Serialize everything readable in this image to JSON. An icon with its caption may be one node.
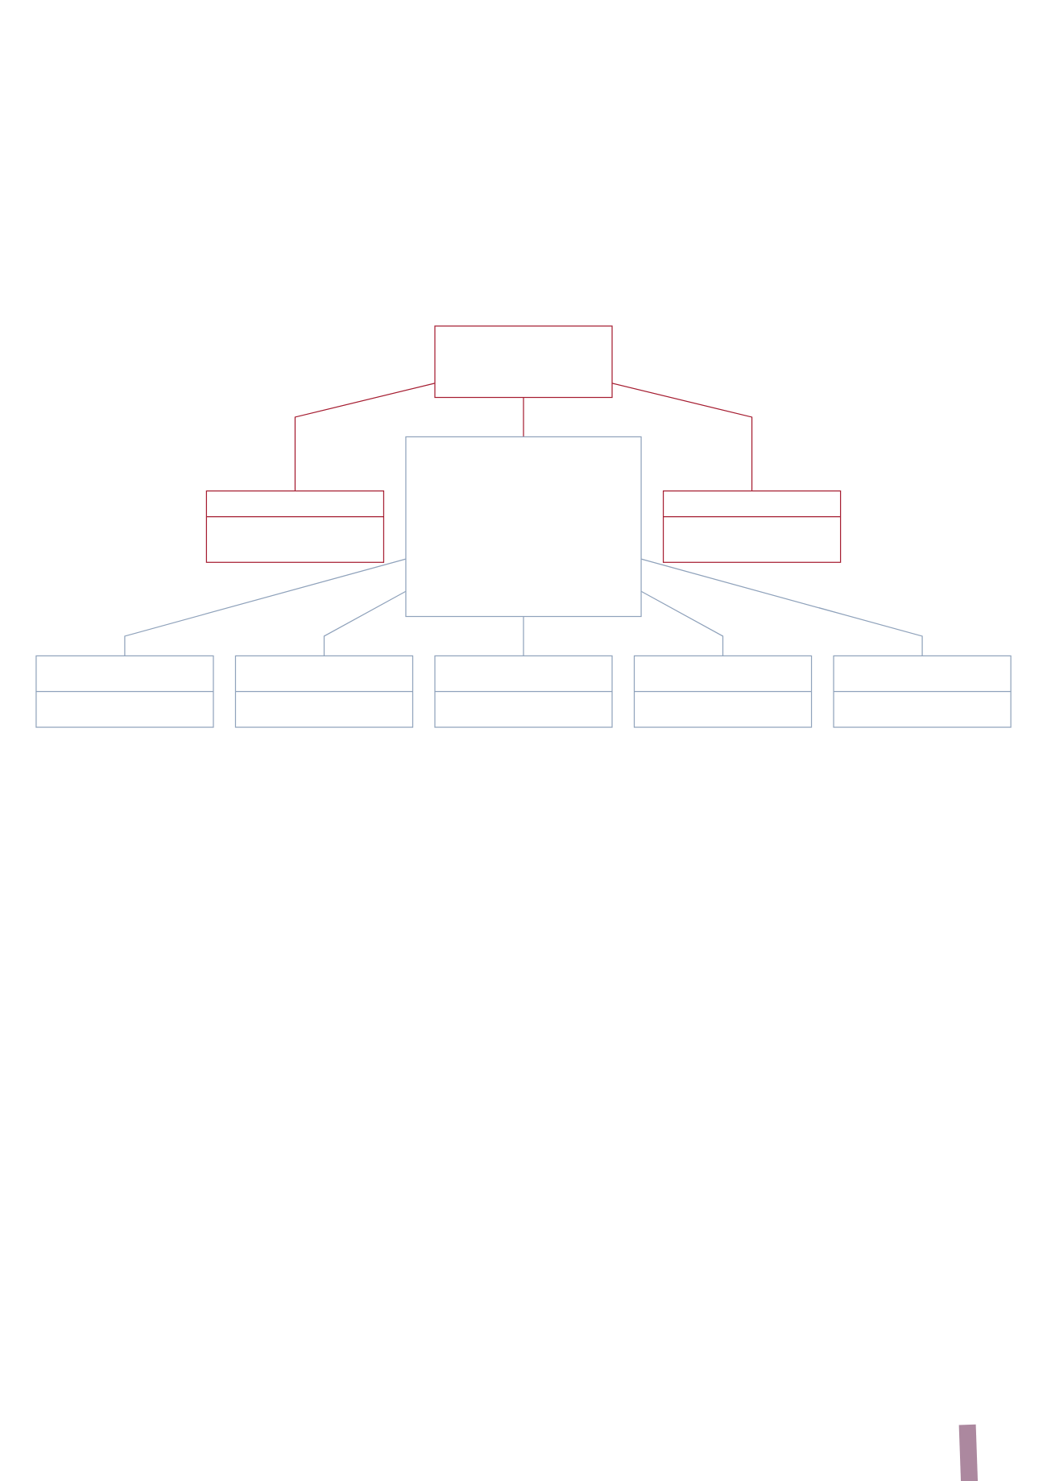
{
  "diagram": {
    "nodes": [
      {
        "text": [],
        "shape": "box"
      },
      {
        "text": [],
        "shape": "box"
      },
      {
        "text": [],
        "shape": "box"
      },
      {
        "text": [],
        "shape": "box"
      },
      {
        "text": [],
        "shape": "box"
      },
      {
        "text": [],
        "shape": "box"
      },
      {
        "text": [],
        "shape": "box"
      },
      {
        "text": [],
        "shape": "box"
      },
      {
        "text": [],
        "shape": "box"
      }
    ],
    "edges": [
      {
        "from": 1,
        "to": 0,
        "arrow": "none",
        "color": "#a51c30"
      },
      {
        "from": 1,
        "to": 3,
        "arrow": "none",
        "color": "#a51c30"
      },
      {
        "from": 1,
        "to": 2,
        "arrow": "none",
        "color": "#a51c30"
      },
      {
        "from": 3,
        "to": 5,
        "arrow": "none"
      },
      {
        "from": 3,
        "to": 7,
        "arrow": "none"
      },
      {
        "from": 3,
        "to": 8,
        "arrow": "none"
      },
      {
        "from": 3,
        "to": 4,
        "arrow": "none"
      },
      {
        "from": 3,
        "to": 6,
        "arrow": "none"
      }
    ]
  }
}
